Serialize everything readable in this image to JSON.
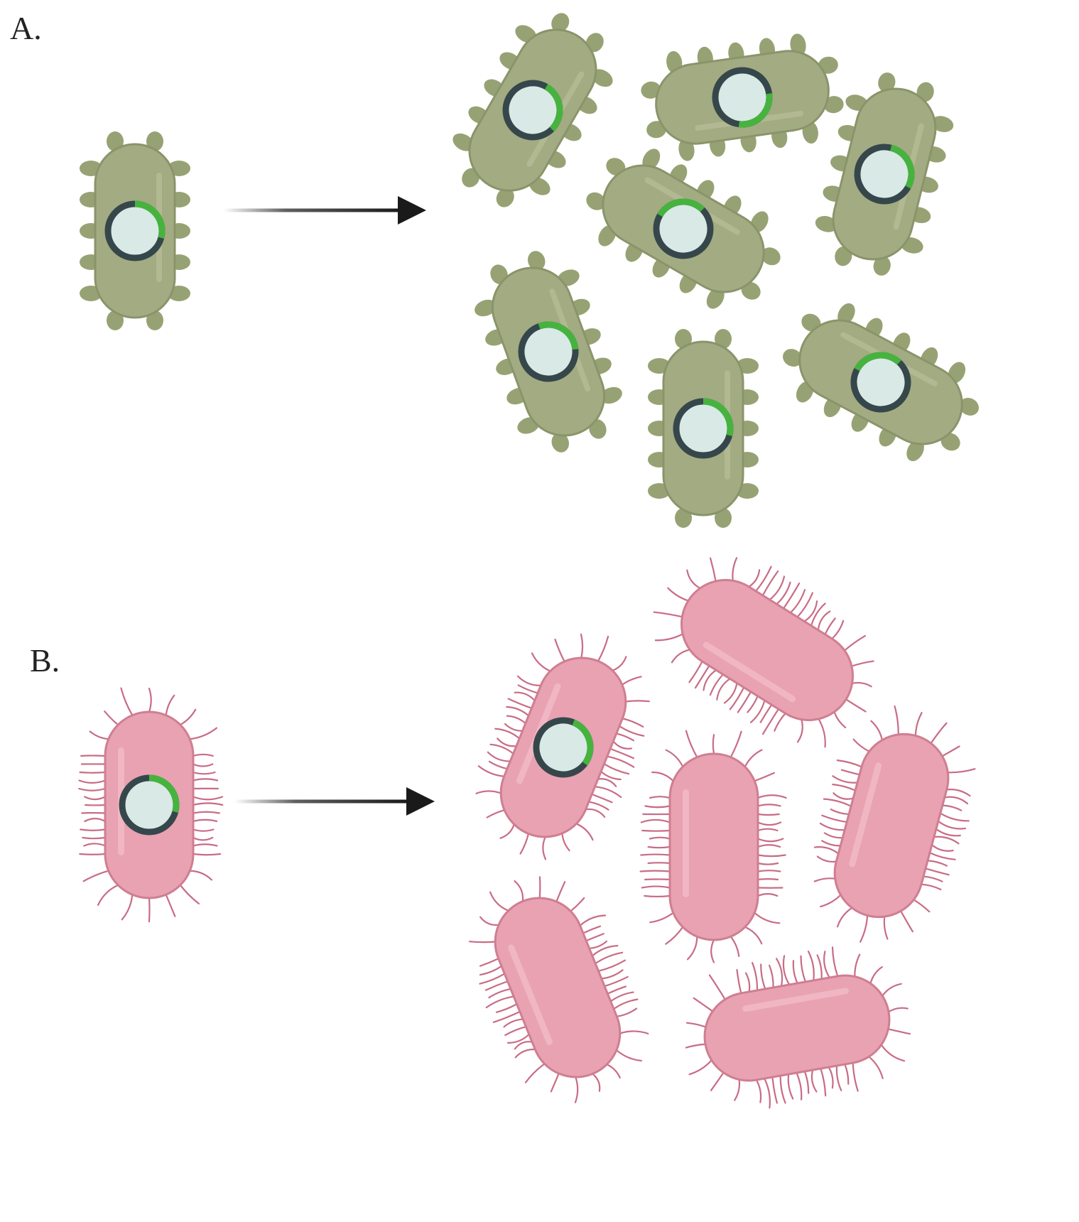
{
  "panels": [
    {
      "label": "A.",
      "cell_type": "green-bacterium-with-plasmid",
      "parent_has_plasmid": true,
      "daughter_count": 7,
      "daughters_with_plasmid": 7
    },
    {
      "label": "B.",
      "cell_type": "pink-bacterium-with-pili",
      "parent_has_plasmid": true,
      "daughter_count": 6,
      "daughters_with_plasmid": 1
    }
  ],
  "icons": {
    "plasmid": "plasmid-icon",
    "arrow": "arrow-right-icon"
  },
  "colors": {
    "green_body": "#a3ab82",
    "green_appendage": "#97a274",
    "green_stroke": "#8a946a",
    "pink_body": "#e8a2b1",
    "pink_stroke": "#cf7e92",
    "pink_pili": "#c86c86",
    "plasmid_ring": "#36474b",
    "plasmid_gene": "#46b33f",
    "plasmid_fill": "#d8e9e6",
    "arrow": "#1a1a1a"
  }
}
